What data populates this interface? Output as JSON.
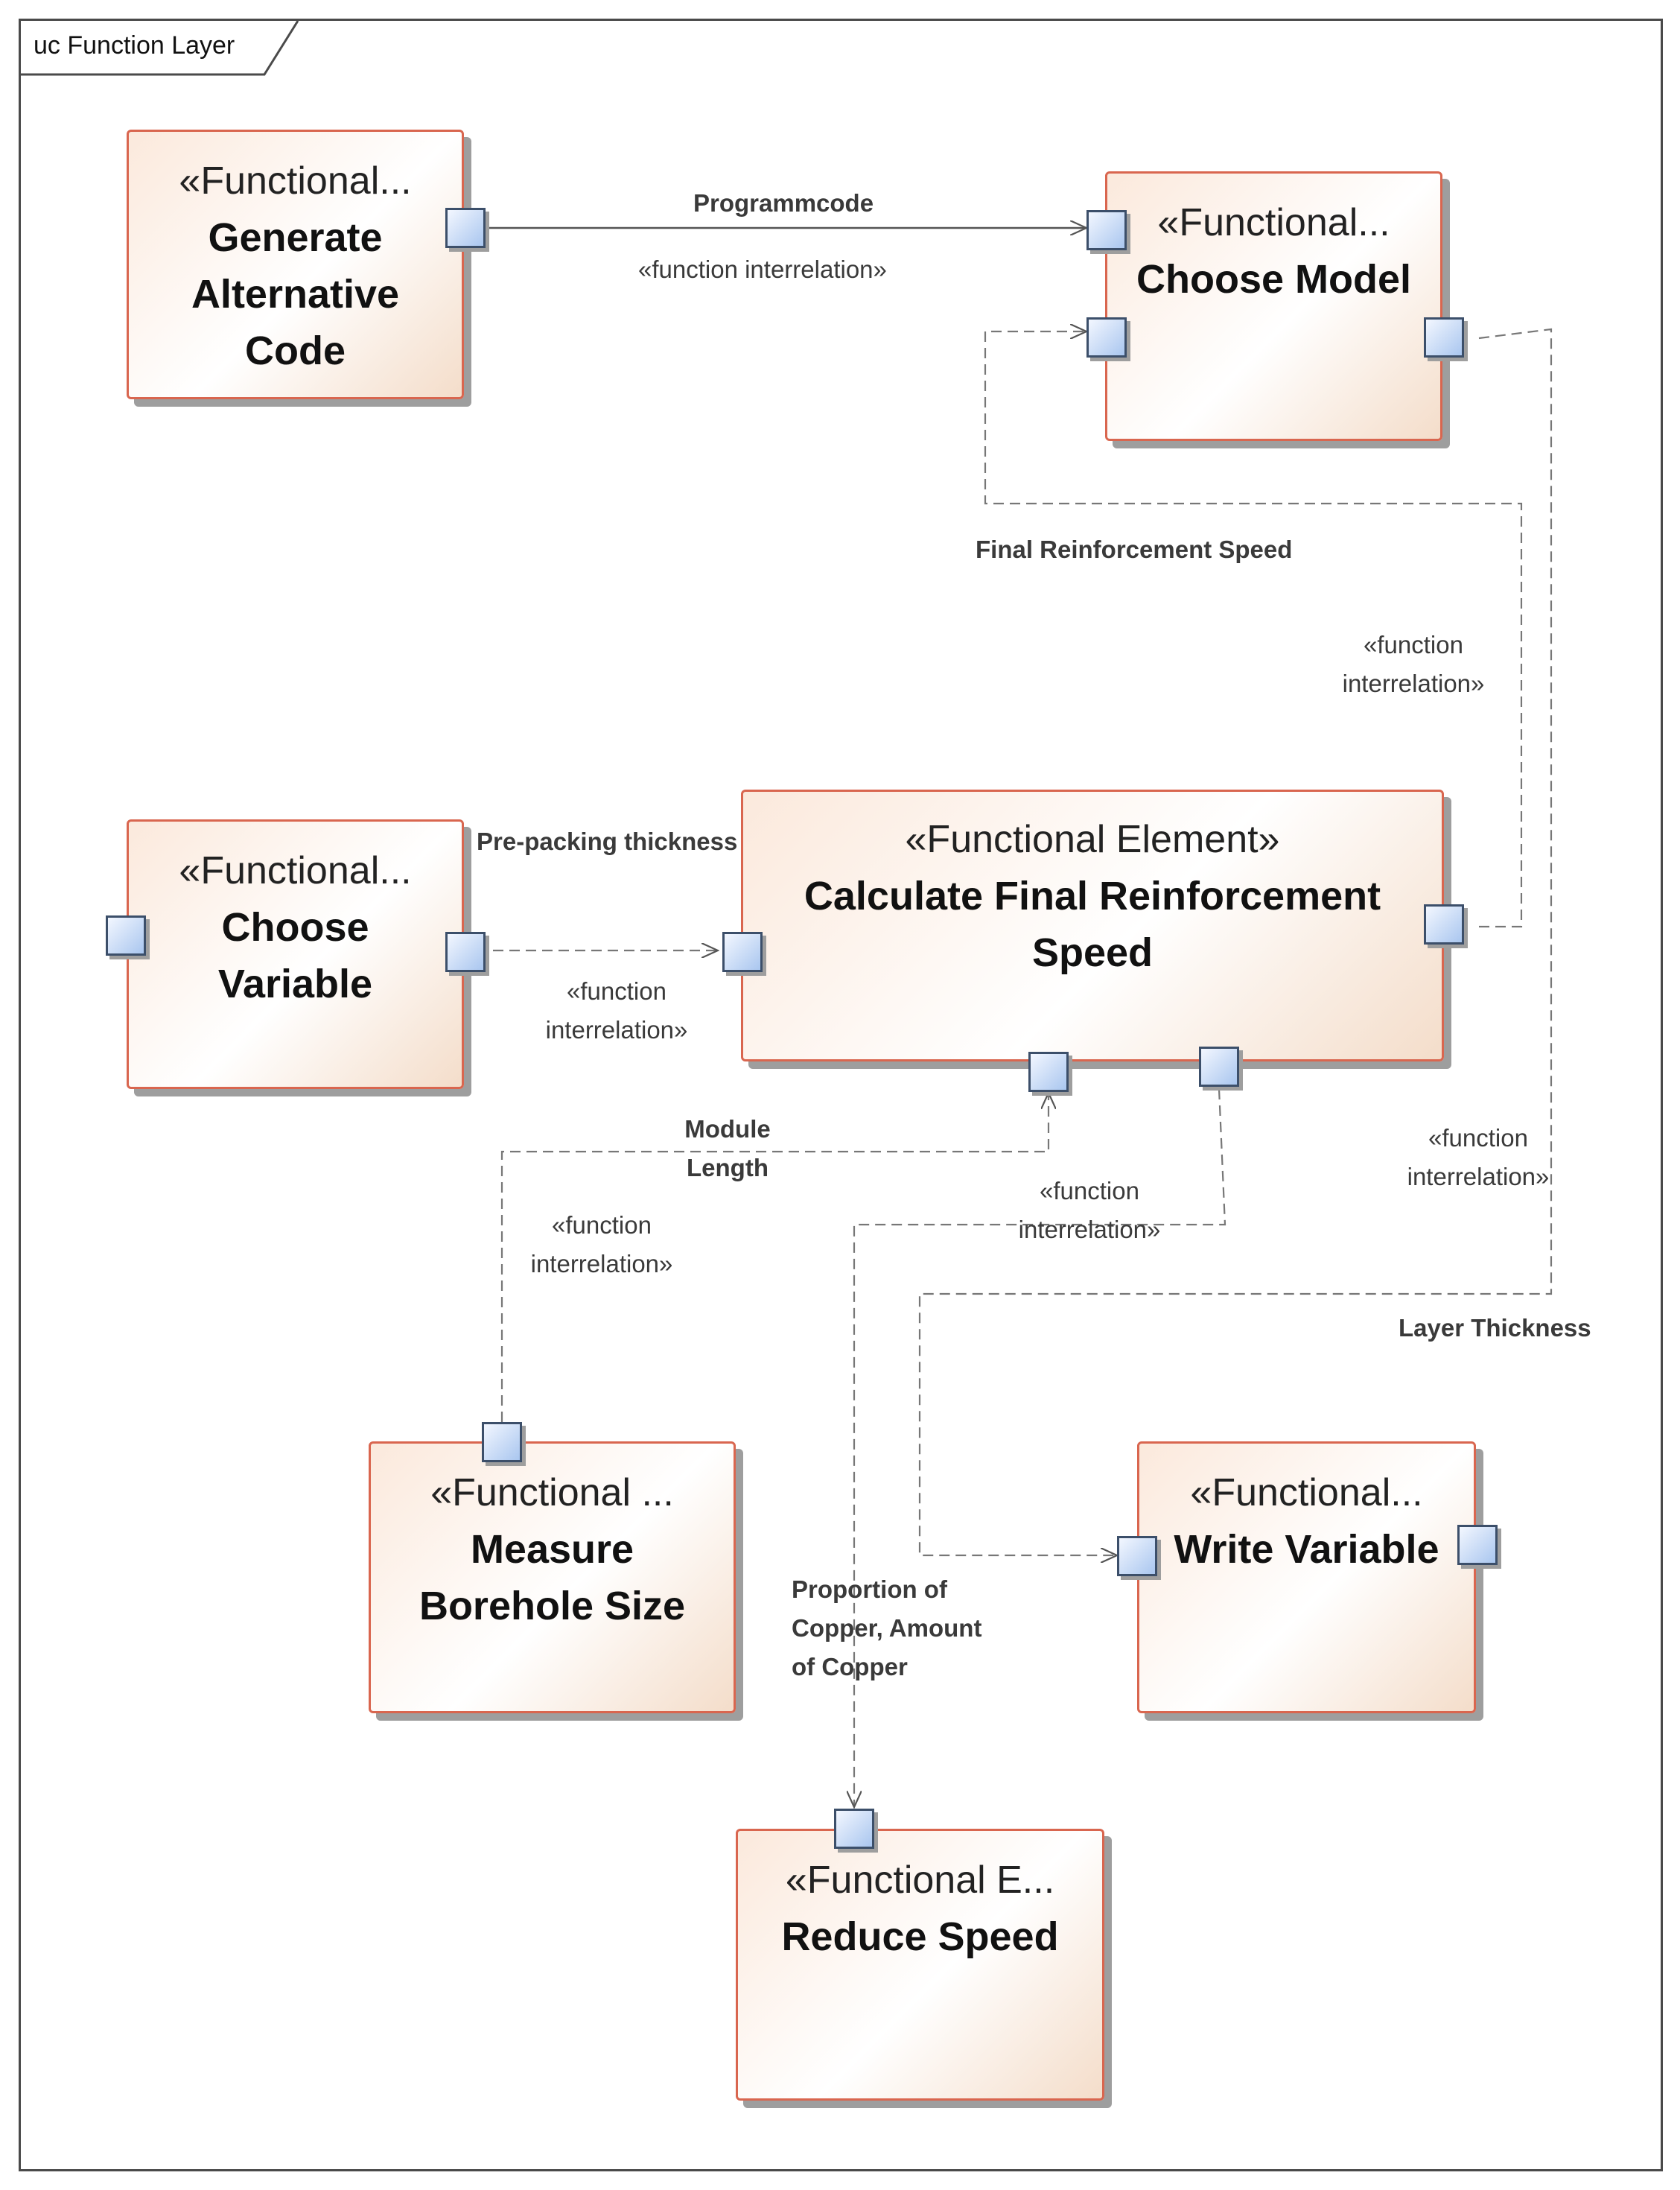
{
  "frame": {
    "title": "uc Function Layer"
  },
  "elements": {
    "generate": {
      "stereotype": "«Functional...",
      "name": "Generate Alternative Code"
    },
    "choose_model": {
      "stereotype": "«Functional...",
      "name": "Choose Model"
    },
    "choose_variable": {
      "stereotype": "«Functional...",
      "name": "Choose Variable"
    },
    "calculate": {
      "stereotype": "«Functional Element»",
      "name": "Calculate Final Reinforcement Speed"
    },
    "measure": {
      "stereotype": "«Functional ...",
      "name": "Measure Borehole Size"
    },
    "write": {
      "stereotype": "«Functional...",
      "name": "Write Variable"
    },
    "reduce": {
      "stereotype": "«Functional E...",
      "name": "Reduce Speed"
    }
  },
  "relations": {
    "programmcode": {
      "name": "Programmcode",
      "stereotype": "«function interrelation»"
    },
    "final_speed": {
      "name": "Final Reinforcement Speed",
      "stereotype": "«function interrelation»"
    },
    "prepacking": {
      "name": "Pre-packing thickness",
      "stereotype": "«function interrelation»"
    },
    "module_length": {
      "name": "Module Length",
      "stereotype": "«function interrelation»"
    },
    "copper": {
      "name": "Proportion of Copper, Amount of Copper",
      "stereotype": "«function interrelation»"
    },
    "layer": {
      "name": "Layer Thickness",
      "stereotype": "«function interrelation»"
    }
  }
}
